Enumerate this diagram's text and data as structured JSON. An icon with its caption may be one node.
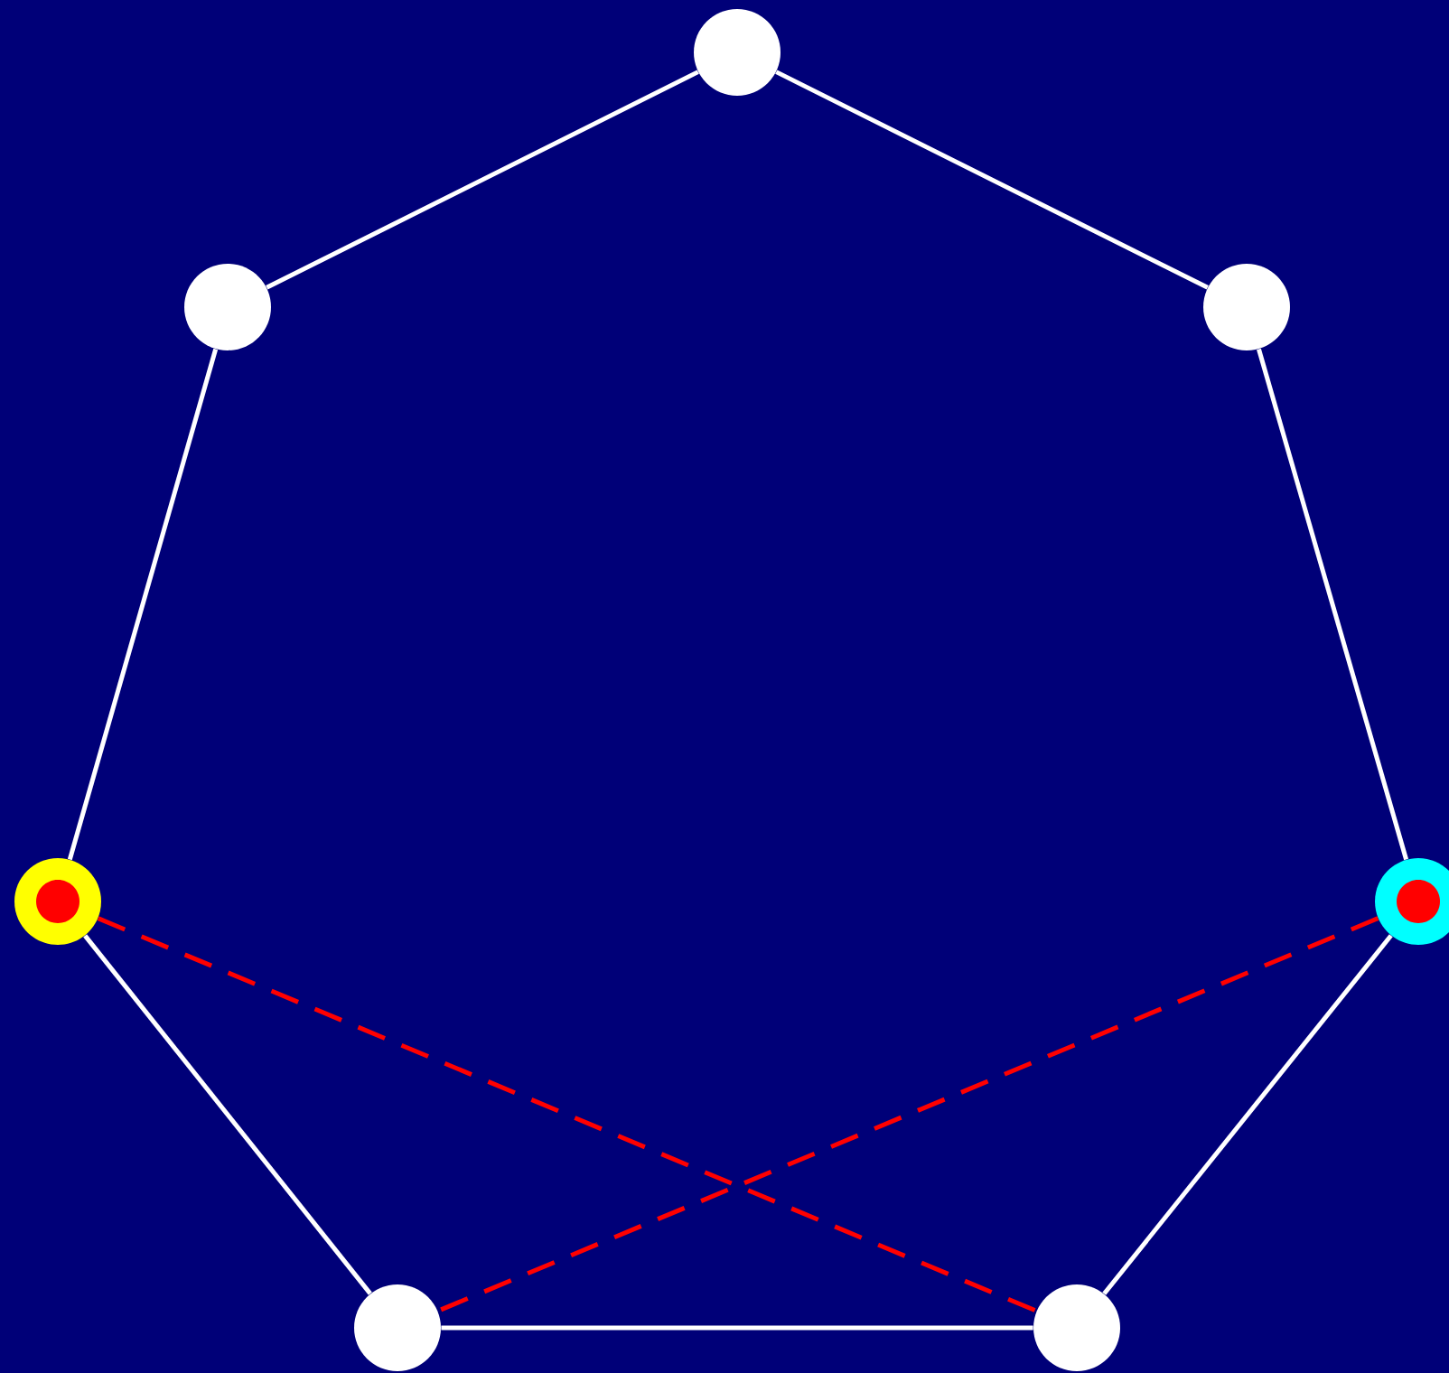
{
  "diagram": {
    "nodes": [
      {
        "text": [],
        "shape": "circle"
      },
      {
        "text": [],
        "shape": "circle"
      },
      {
        "text": [],
        "shape": "circle"
      },
      {
        "text": [],
        "shape": "circle"
      },
      {
        "text": [],
        "shape": "circle"
      },
      {
        "text": [],
        "shape": "circle"
      },
      {
        "text": [],
        "shape": "circle"
      }
    ],
    "edges": [
      {
        "from": 0,
        "to": 1,
        "arrow": "none"
      },
      {
        "from": 0,
        "to": 2,
        "arrow": "none"
      },
      {
        "from": 1,
        "to": 3,
        "arrow": "none"
      },
      {
        "from": 2,
        "to": 4,
        "arrow": "none"
      },
      {
        "from": 3,
        "to": 5,
        "arrow": "none"
      },
      {
        "from": 4,
        "to": 6,
        "arrow": "none"
      },
      {
        "from": 5,
        "to": 6,
        "arrow": "none"
      },
      {
        "from": 3,
        "to": 6,
        "arrow": "none",
        "style": "dashed",
        "color": "#ff0000"
      },
      {
        "from": 4,
        "to": 5,
        "arrow": "none",
        "style": "dashed",
        "color": "#ff0000"
      }
    ]
  }
}
